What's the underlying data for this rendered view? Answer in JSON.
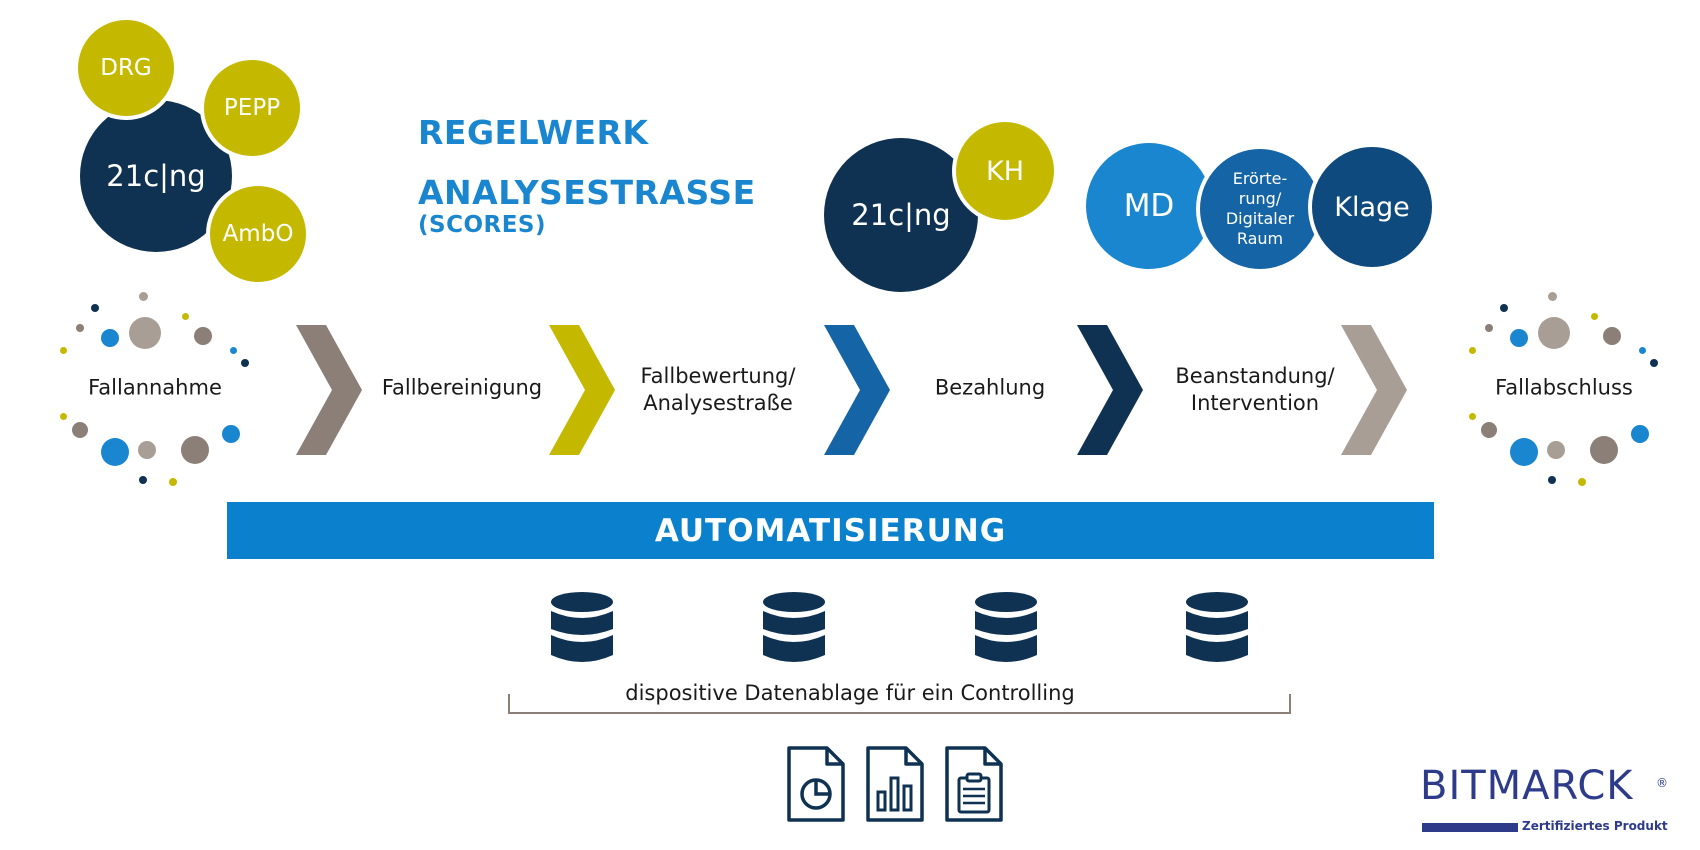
{
  "colors": {
    "olive": "#c5b900",
    "navy": "#0f3152",
    "blue": "#1a86cf",
    "mid_blue": "#1565a6",
    "dark_blue": "#0e4a7d",
    "taupe": "#8b7f77",
    "beige": "#a89e95",
    "automation": "#0b80cc",
    "brand": "#2d3b8a"
  },
  "left_cluster": {
    "main": "21c|ng",
    "drg": "DRG",
    "pepp": "PEPP",
    "ambo": "AmbO"
  },
  "headings": {
    "regelwerk": "REGELWERK",
    "analysestrasse": "ANALYSESTRASSE",
    "scores": "(SCORES)"
  },
  "center_cluster": {
    "main": "21c|ng",
    "kh": "KH"
  },
  "right_cluster": {
    "md": "MD",
    "eroerterung": "Erörte-\nrung/\nDigitaler\nRaum",
    "klage": "Klage"
  },
  "process": {
    "start": "Fallannahme",
    "steps": [
      "Fallbereinigung",
      "Fallbewertung/\nAnalysestraße",
      "Bezahlung",
      "Beanstandung/\nIntervention"
    ],
    "end": "Fallabschluss",
    "chevron_colors": [
      "#8b7f77",
      "#c5b900",
      "#1565a6",
      "#0f3152",
      "#a89e95"
    ]
  },
  "automation": {
    "label": "AUTOMATISIERUNG"
  },
  "storage": {
    "database_icon": "database-icon",
    "database_count": 4,
    "caption": "dispositive Datenablage für ein Controlling"
  },
  "reports": {
    "icons": [
      "pie-chart-document-icon",
      "bar-chart-document-icon",
      "clipboard-document-icon"
    ]
  },
  "logo": {
    "name": "BITMARCK",
    "registered": "®",
    "tagline": "Zertifiziertes Produkt"
  }
}
